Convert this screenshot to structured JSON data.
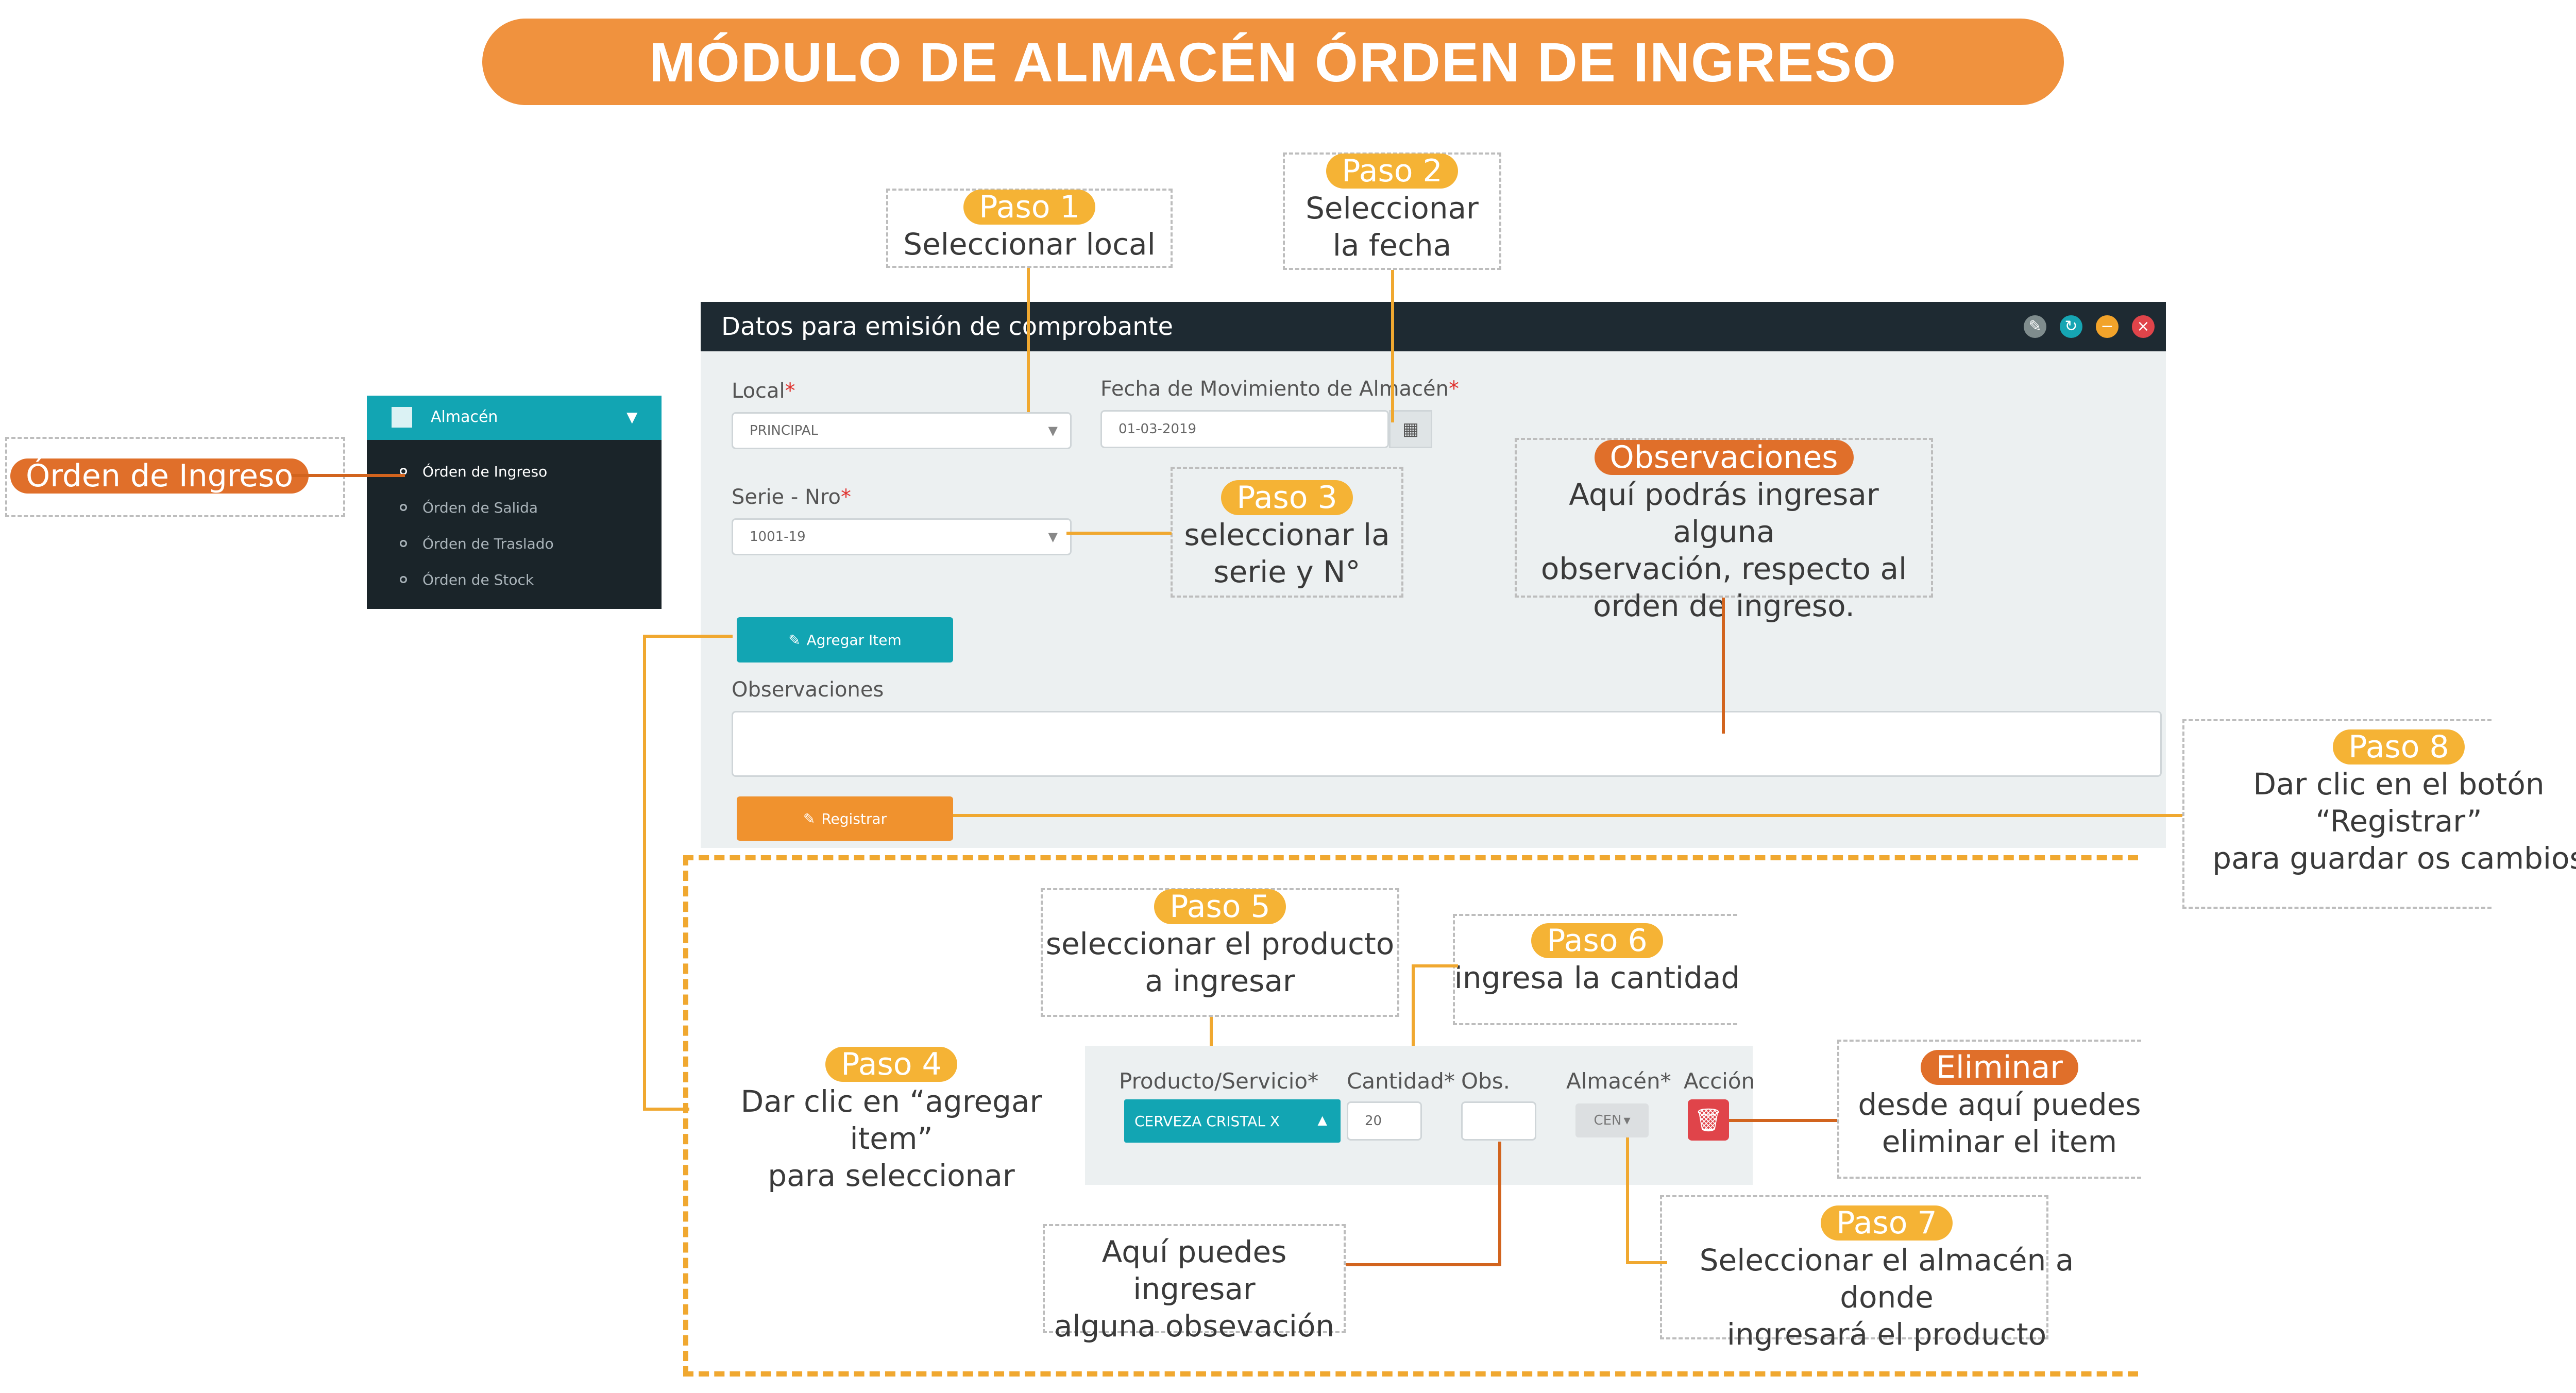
{
  "banner": {
    "title": "MÓDULO DE ALMACÉN ÓRDEN DE INGRESO"
  },
  "annotations": {
    "paso1": {
      "tag": "Paso 1",
      "text": "Seleccionar local"
    },
    "paso2": {
      "tag": "Paso 2",
      "line1": "Seleccionar",
      "line2": "la fecha"
    },
    "paso3": {
      "tag": "Paso 3",
      "line1": "seleccionar la",
      "line2": "serie y N°"
    },
    "observaciones": {
      "tag": "Observaciones",
      "line1": "Aquí podrás ingresar alguna",
      "line2": "observación, respecto al",
      "line3": "orden de ingreso."
    },
    "orden_ingreso": {
      "tag": "Órden de Ingreso"
    },
    "paso8": {
      "tag": "Paso 8",
      "line1": "Dar clic en el botón  “Registrar”",
      "line2": "para guardar os cambios"
    },
    "paso5": {
      "tag": "Paso 5",
      "line1": "seleccionar el producto",
      "line2": "a ingresar"
    },
    "paso6": {
      "tag": "Paso 6",
      "text": "ingresa la cantidad"
    },
    "paso4": {
      "tag": "Paso 4",
      "line1": "Dar clic en “agregar item”",
      "line2": "para seleccionar"
    },
    "eliminar": {
      "tag": "Eliminar",
      "line1": "desde aquí puedes",
      "line2": "eliminar el item"
    },
    "paso7": {
      "tag": "Paso 7",
      "line1": "Seleccionar el almacén a donde",
      "line2": "ingresará el producto"
    },
    "obs_note": {
      "line1": "Aquí puedes ingresar",
      "line2": "alguna obsevación"
    }
  },
  "window": {
    "title": "Datos para emisión de comprobante",
    "controls": [
      "wrench-icon",
      "refresh-icon",
      "minimize-icon",
      "close-icon"
    ]
  },
  "form": {
    "local_label": "Local",
    "local_value": "PRINCIPAL",
    "fecha_label": "Fecha de Movimiento de Almacén",
    "fecha_value": "01-03-2019",
    "serie_label": "Serie - Nro",
    "serie_value": "1001-19",
    "required_mark": "*",
    "agregar_label": "Agregar Item",
    "obs_label": "Observaciones",
    "obs_value": "",
    "registrar_label": "Registrar"
  },
  "sidebar": {
    "header": "Almacén",
    "items": [
      {
        "label": "Órden de Ingreso",
        "active": true
      },
      {
        "label": "Órden de Salida",
        "active": false
      },
      {
        "label": "Órden de Traslado",
        "active": false
      },
      {
        "label": "Órden de Stock",
        "active": false
      }
    ]
  },
  "detail": {
    "columns": [
      "Producto/Servicio*",
      "Cantidad*",
      "Obs.",
      "Almacén*",
      "Acción"
    ],
    "product": "CERVEZA CRISTAL X",
    "quantity": "20",
    "obs": "",
    "almacen": "CEN"
  },
  "colors": {
    "brand_orange": "#f0923e",
    "step_yellow": "#f5b335",
    "teal": "#12a5b3",
    "dark_header": "#1e2a32",
    "delete_red": "#e0444a"
  }
}
